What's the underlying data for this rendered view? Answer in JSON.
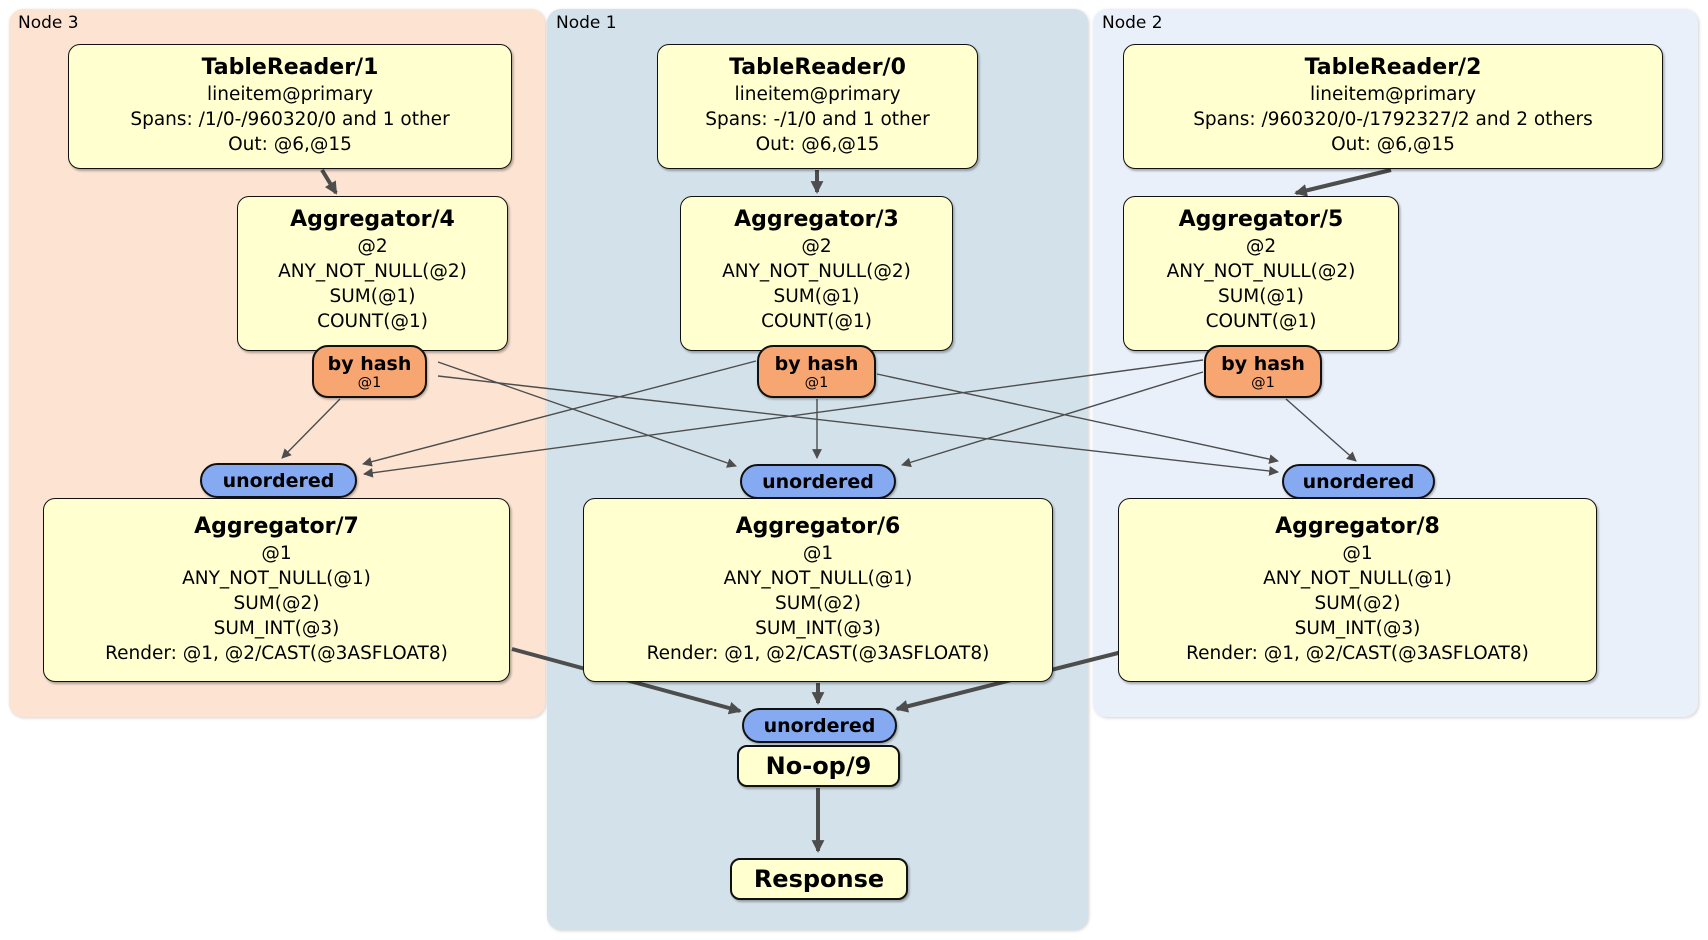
{
  "regions": {
    "node3": {
      "label": "Node 3"
    },
    "node1": {
      "label": "Node 1"
    },
    "node2": {
      "label": "Node 2"
    }
  },
  "processors": {
    "tr1": {
      "title": "TableReader/1",
      "lines": [
        "lineitem@primary",
        "Spans: /1/0-/960320/0 and 1 other",
        "Out: @6,@15"
      ]
    },
    "tr0": {
      "title": "TableReader/0",
      "lines": [
        "lineitem@primary",
        "Spans: -/1/0 and 1 other",
        "Out: @6,@15"
      ]
    },
    "tr2": {
      "title": "TableReader/2",
      "lines": [
        "lineitem@primary",
        "Spans: /960320/0-/1792327/2 and 2 others",
        "Out: @6,@15"
      ]
    },
    "agg4": {
      "title": "Aggregator/4",
      "lines": [
        "@2",
        "ANY_NOT_NULL(@2)",
        "SUM(@1)",
        "COUNT(@1)"
      ]
    },
    "agg3": {
      "title": "Aggregator/3",
      "lines": [
        "@2",
        "ANY_NOT_NULL(@2)",
        "SUM(@1)",
        "COUNT(@1)"
      ]
    },
    "agg5": {
      "title": "Aggregator/5",
      "lines": [
        "@2",
        "ANY_NOT_NULL(@2)",
        "SUM(@1)",
        "COUNT(@1)"
      ]
    },
    "agg7": {
      "title": "Aggregator/7",
      "lines": [
        "@1",
        "ANY_NOT_NULL(@1)",
        "SUM(@2)",
        "SUM_INT(@3)",
        "Render: @1, @2/CAST(@3ASFLOAT8)"
      ]
    },
    "agg6": {
      "title": "Aggregator/6",
      "lines": [
        "@1",
        "ANY_NOT_NULL(@1)",
        "SUM(@2)",
        "SUM_INT(@3)",
        "Render: @1, @2/CAST(@3ASFLOAT8)"
      ]
    },
    "agg8": {
      "title": "Aggregator/8",
      "lines": [
        "@1",
        "ANY_NOT_NULL(@1)",
        "SUM(@2)",
        "SUM_INT(@3)",
        "Render: @1, @2/CAST(@3ASFLOAT8)"
      ]
    },
    "noop": {
      "title": "No-op/9"
    },
    "response": {
      "title": "Response"
    }
  },
  "routers": {
    "bh3": {
      "label": "by hash",
      "detail": "@1"
    },
    "bh1": {
      "label": "by hash",
      "detail": "@1"
    },
    "bh2": {
      "label": "by hash",
      "detail": "@1"
    }
  },
  "syncs": {
    "u3": {
      "label": "unordered"
    },
    "u1": {
      "label": "unordered"
    },
    "u2": {
      "label": "unordered"
    },
    "u4": {
      "label": "unordered"
    }
  },
  "colors": {
    "node3_bg": "#fce3d2",
    "node1_bg": "#d3e2ea",
    "node2_bg": "#eaf0fa",
    "processor_fill": "#ffffcf",
    "router_fill": "#f7a571",
    "sync_fill": "#85aaf1",
    "edge": "#4d4d4d"
  }
}
